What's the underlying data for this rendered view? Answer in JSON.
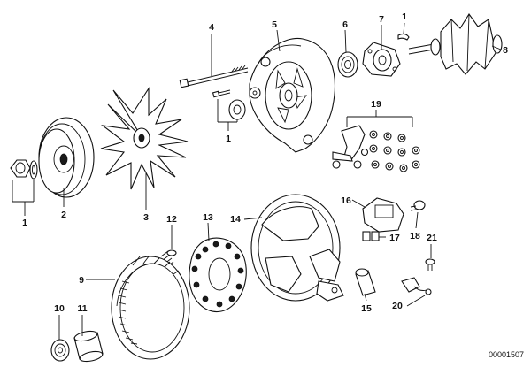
{
  "diagram": {
    "callouts": [
      "1",
      "2",
      "3",
      "4",
      "5",
      "6",
      "7",
      "1",
      "8",
      "19",
      "1",
      "16",
      "17",
      "18",
      "21",
      "12",
      "13",
      "14",
      "9",
      "10",
      "11",
      "15",
      "20"
    ],
    "reference_number": "00001507"
  }
}
